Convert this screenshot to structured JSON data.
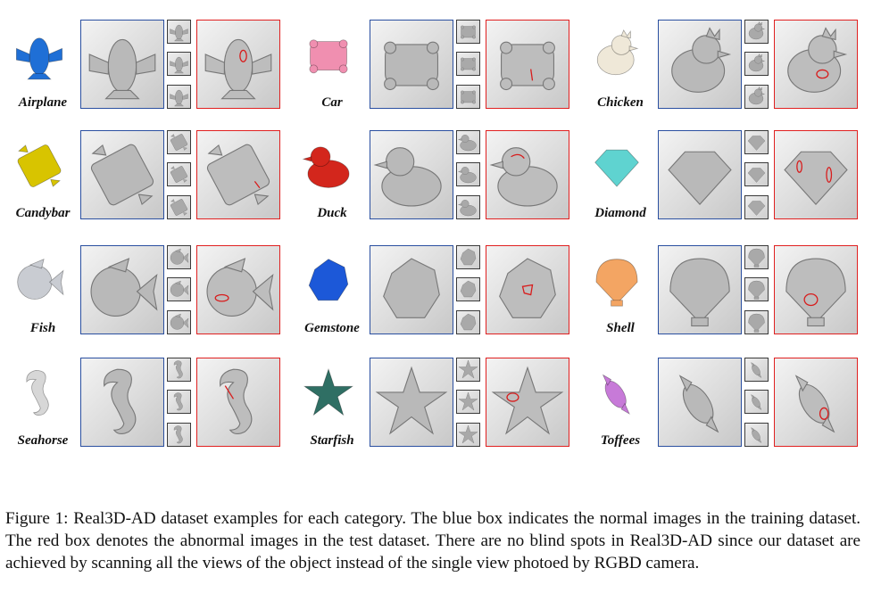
{
  "figure": {
    "categories": [
      {
        "key": "airplane",
        "name": "Airplane",
        "thumb_color": "#1f6fd6",
        "shape": "airplane"
      },
      {
        "key": "car",
        "name": "Car",
        "thumb_color": "#f08fb0",
        "shape": "car"
      },
      {
        "key": "chicken",
        "name": "Chicken",
        "thumb_color": "#efe8d8",
        "shape": "chicken"
      },
      {
        "key": "candybar",
        "name": "Candybar",
        "thumb_color": "#d8c400",
        "shape": "candybar"
      },
      {
        "key": "duck",
        "name": "Duck",
        "thumb_color": "#d3261c",
        "shape": "duck"
      },
      {
        "key": "diamond",
        "name": "Diamond",
        "thumb_color": "#5fd3d0",
        "shape": "diamond"
      },
      {
        "key": "fish",
        "name": "Fish",
        "thumb_color": "#c9ccd2",
        "shape": "fish"
      },
      {
        "key": "gemstone",
        "name": "Gemstone",
        "thumb_color": "#1c58d8",
        "shape": "gemstone"
      },
      {
        "key": "shell",
        "name": "Shell",
        "thumb_color": "#f3a563",
        "shape": "shell"
      },
      {
        "key": "seahorse",
        "name": "Seahorse",
        "thumb_color": "#d7d7d7",
        "shape": "seahorse"
      },
      {
        "key": "starfish",
        "name": "Starfish",
        "thumb_color": "#2f6f64",
        "shape": "starfish"
      },
      {
        "key": "toffees",
        "name": "Toffees",
        "thumb_color": "#c77ad8",
        "shape": "toffees"
      }
    ],
    "colors": {
      "normal_box": "#2a4fa0",
      "abnormal_box": "#e02020",
      "anomaly_mark": "#d81c1c"
    }
  },
  "caption": "Figure 1: Real3D-AD dataset examples for each category. The blue box indicates the normal images in the training dataset. The red box denotes the abnormal images in the test dataset. There are no blind spots in Real3D-AD since our dataset are achieved by scanning all the views of the object instead of the single view photoed by RGBD camera."
}
